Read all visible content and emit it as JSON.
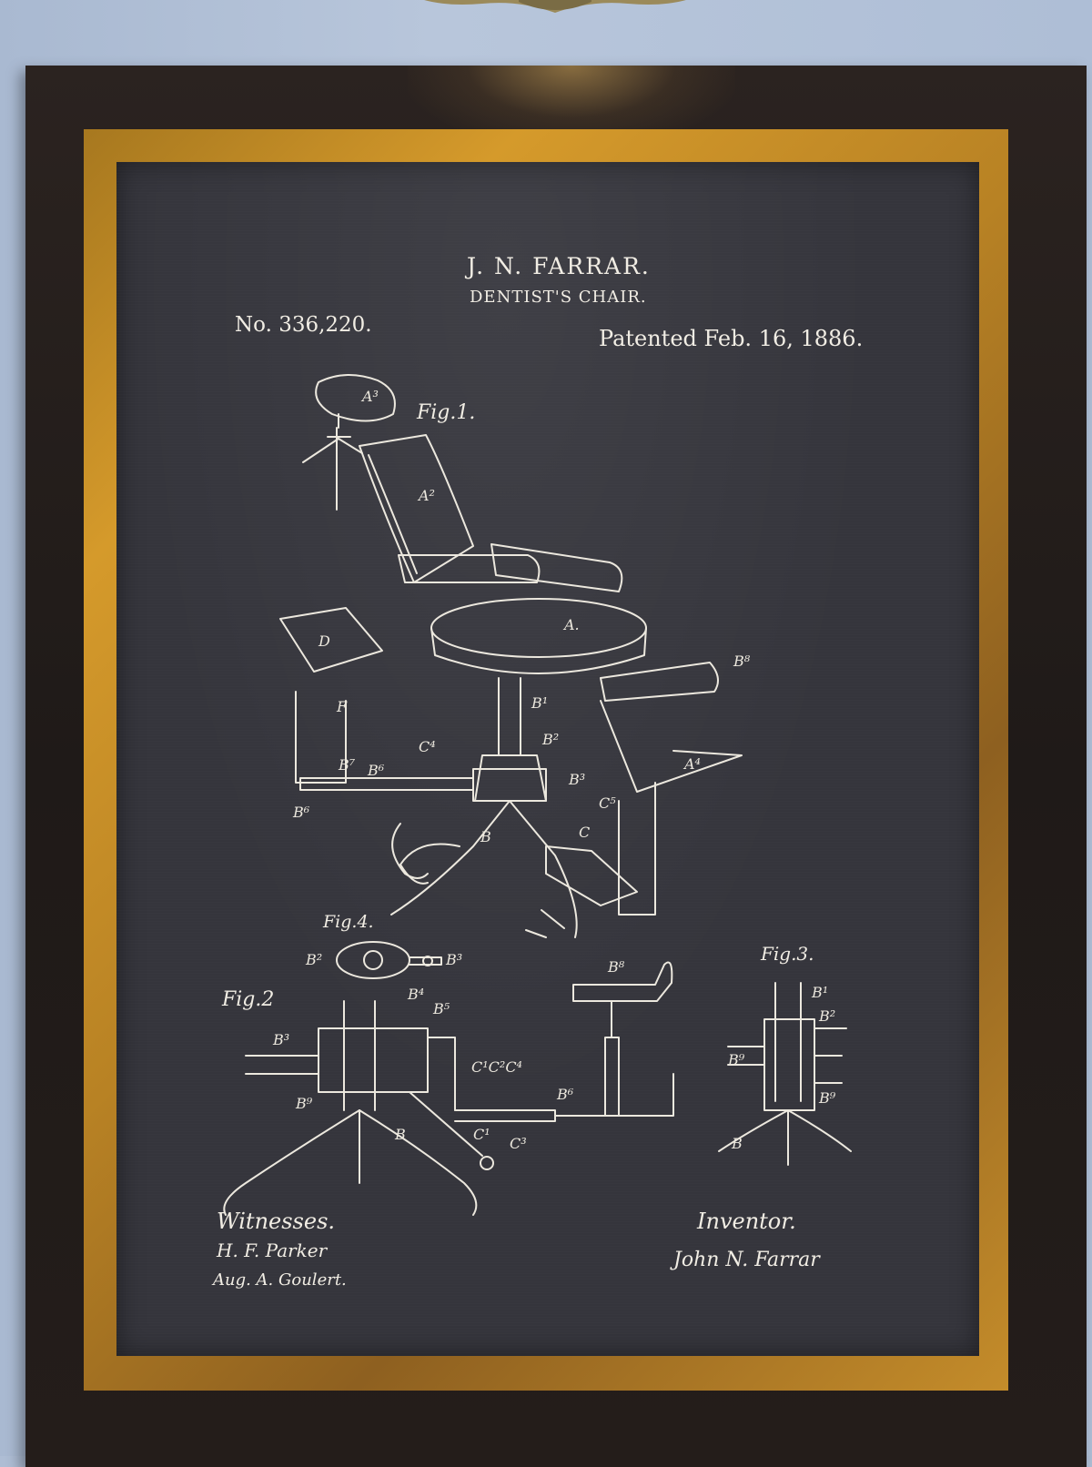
{
  "colors": {
    "wall": "#aebdd4",
    "frame_dark": "#221c19",
    "frame_gold": "#c48c2a",
    "poster_background": "#35353c",
    "ink": "#f1ede4"
  },
  "patent": {
    "inventor_name": "J. N. FARRAR.",
    "invention_title": "DENTIST'S CHAIR.",
    "patent_number": "No. 336,220.",
    "patent_date": "Patented Feb. 16, 1886."
  },
  "figures": {
    "fig1": "Fig.1.",
    "fig2": "Fig.2",
    "fig3": "Fig.3.",
    "fig4": "Fig.4."
  },
  "signatures": {
    "witnesses_label": "Witnesses.",
    "witness_1": "H. F. Parker",
    "witness_2": "Aug. A. Goulert.",
    "inventor_label": "Inventor.",
    "inventor_signature": "John N. Farrar"
  },
  "part_labels": [
    "A",
    "A2",
    "A3",
    "A4",
    "B",
    "B1",
    "B2",
    "B3",
    "B4",
    "B5",
    "B6",
    "B7",
    "B8",
    "B9",
    "C",
    "C1",
    "C2",
    "C3",
    "C4",
    "C5",
    "D",
    "F"
  ]
}
